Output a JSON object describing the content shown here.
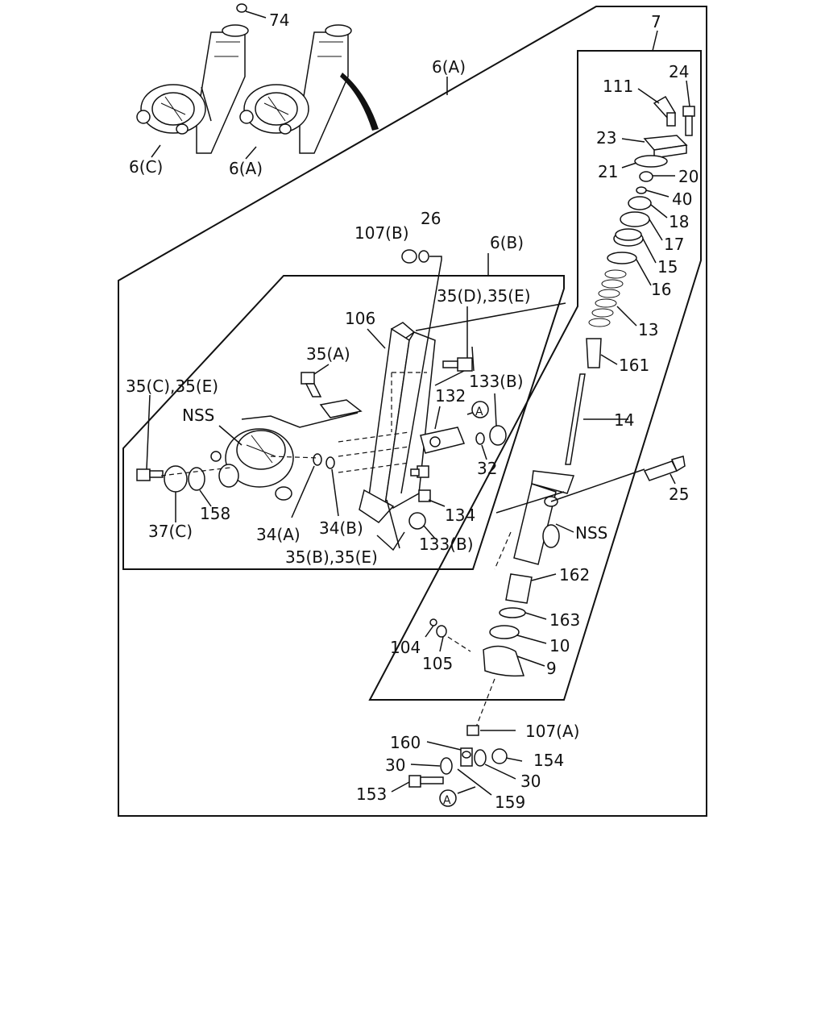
{
  "callouts": {
    "c74": "74",
    "c6a_top": "6(A)",
    "c7": "7",
    "c6c": "6(C)",
    "c6a_left": "6(A)",
    "c111": "111",
    "c24": "24",
    "c23": "23",
    "c21": "21",
    "c20": "20",
    "c40": "40",
    "c18": "18",
    "c17": "17",
    "c15": "15",
    "c16": "16",
    "c13": "13",
    "c161": "161",
    "c14": "14",
    "c25": "25",
    "c107b": "107(B)",
    "c26": "26",
    "c6b": "6(B)",
    "c35de": "35(D),35(E)",
    "c106": "106",
    "c35a": "35(A)",
    "c133b_top": "133(B)",
    "c132": "132",
    "c35ce": "35(C),35(E)",
    "c nss1": "NSS",
    "c32": "32",
    "c134": "134",
    "c133b_bot": "133(B)",
    "c35be": "35(B),35(E)",
    "c34a": "34(A)",
    "c34b": "34(B)",
    "c37c": "37(C)",
    "c158": "158",
    "cnss2": "NSS",
    "c162": "162",
    "c163": "163",
    "c10": "10",
    "c9": "9",
    "c104": "104",
    "c105": "105",
    "c107a": "107(A)",
    "c160": "160",
    "c154": "154",
    "c30_left": "30",
    "c30_right": "30",
    "c153": "153",
    "c159": "159",
    "refA1": "A",
    "refA2": "A"
  }
}
